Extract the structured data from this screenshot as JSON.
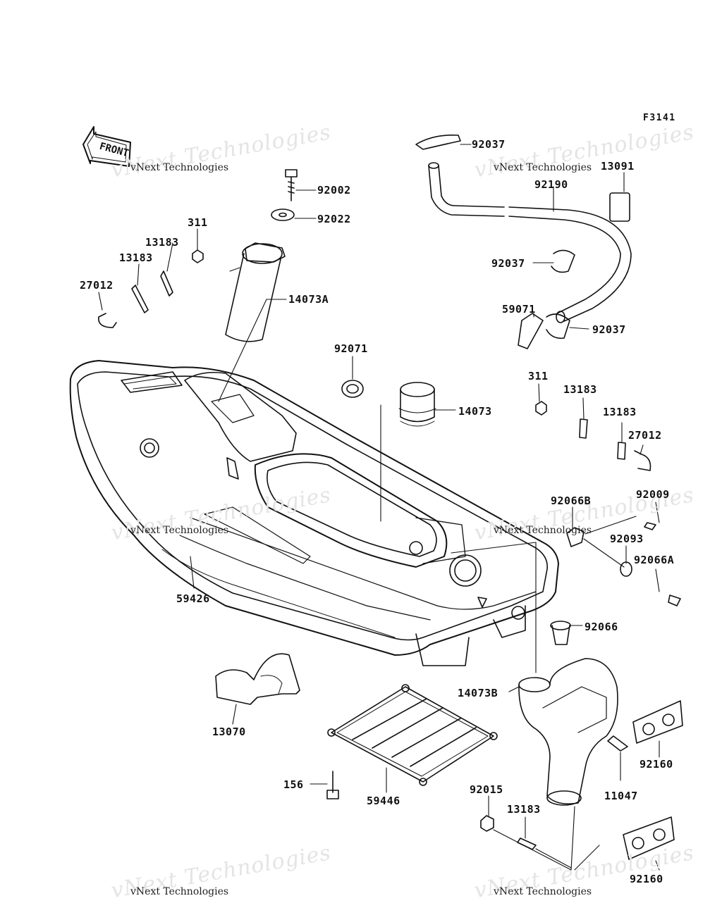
{
  "figure_code": "F3141",
  "front_label": "FRONT",
  "watermark": {
    "big": "vNext Technologies",
    "small": "vNext Technologies"
  },
  "parts": [
    {
      "id": "p92037a",
      "label": "92037"
    },
    {
      "id": "p13091",
      "label": "13091"
    },
    {
      "id": "p92190",
      "label": "92190"
    },
    {
      "id": "p92002",
      "label": "92002"
    },
    {
      "id": "p92022",
      "label": "92022"
    },
    {
      "id": "p311a",
      "label": "311"
    },
    {
      "id": "p13183a",
      "label": "13183"
    },
    {
      "id": "p13183b",
      "label": "13183"
    },
    {
      "id": "p27012a",
      "label": "27012"
    },
    {
      "id": "p14073A",
      "label": "14073A"
    },
    {
      "id": "p92037b",
      "label": "92037"
    },
    {
      "id": "p59071",
      "label": "59071"
    },
    {
      "id": "p92037c",
      "label": "92037"
    },
    {
      "id": "p92071",
      "label": "92071"
    },
    {
      "id": "p14073",
      "label": "14073"
    },
    {
      "id": "p311b",
      "label": "311"
    },
    {
      "id": "p13183c",
      "label": "13183"
    },
    {
      "id": "p13183d",
      "label": "13183"
    },
    {
      "id": "p27012b",
      "label": "27012"
    },
    {
      "id": "p92066B",
      "label": "92066B"
    },
    {
      "id": "p92009",
      "label": "92009"
    },
    {
      "id": "p92093",
      "label": "92093"
    },
    {
      "id": "p92066A",
      "label": "92066A"
    },
    {
      "id": "p59426",
      "label": "59426"
    },
    {
      "id": "p92066",
      "label": "92066"
    },
    {
      "id": "p14073B",
      "label": "14073B"
    },
    {
      "id": "p13070",
      "label": "13070"
    },
    {
      "id": "p92160a",
      "label": "92160"
    },
    {
      "id": "p11047",
      "label": "11047"
    },
    {
      "id": "p156",
      "label": "156"
    },
    {
      "id": "p59446",
      "label": "59446"
    },
    {
      "id": "p92015",
      "label": "92015"
    },
    {
      "id": "p13183e",
      "label": "13183"
    },
    {
      "id": "p92160b",
      "label": "92160"
    }
  ]
}
